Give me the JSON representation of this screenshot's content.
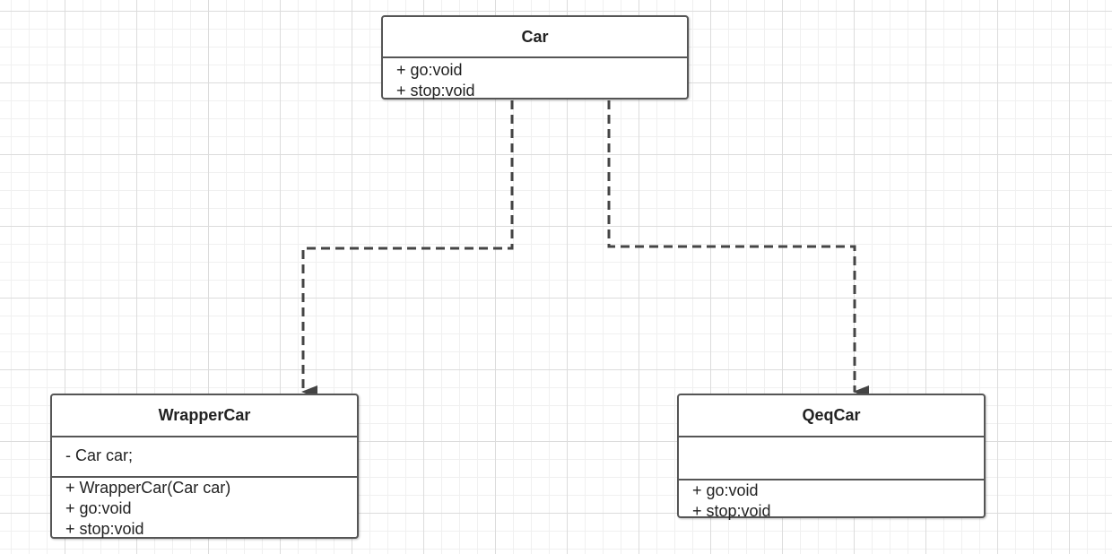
{
  "colors": {
    "border": "#555555",
    "edge": "#444444",
    "grid": "#dcdcdc"
  },
  "classes": {
    "car": {
      "name": "Car",
      "attributes": [],
      "operations": [
        "+ go:void",
        "+ stop:void"
      ]
    },
    "wrapper": {
      "name": "WrapperCar",
      "attributes": [
        "- Car car;"
      ],
      "operations": [
        "+ WrapperCar(Car car)",
        "+ go:void",
        "+ stop:void"
      ]
    },
    "qeq": {
      "name": "QeqCar",
      "attributes": [],
      "operations": [
        "+ go:void",
        "+ stop:void"
      ]
    }
  },
  "relations": [
    {
      "from": "car",
      "to": "wrapper",
      "style": "dashed",
      "arrow": "filled-triangle"
    },
    {
      "from": "car",
      "to": "qeq",
      "style": "dashed",
      "arrow": "filled-triangle"
    }
  ]
}
